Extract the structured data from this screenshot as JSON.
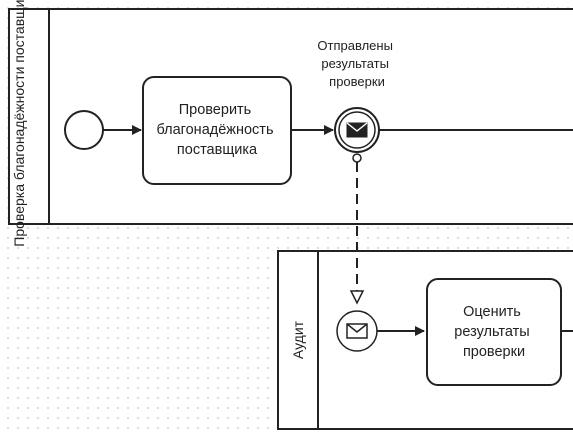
{
  "pools": {
    "supplier_check": {
      "label": "Проверка благонадёжности поставщика"
    },
    "audit": {
      "label": "Аудит"
    }
  },
  "tasks": {
    "check_reliability": {
      "lines": [
        "Проверить",
        "благонадёжность",
        "поставщика"
      ]
    },
    "evaluate_results": {
      "lines": [
        "Оценить",
        "результаты",
        "проверки"
      ]
    }
  },
  "events": {
    "results_sent": {
      "lines": [
        "Отправлены",
        "результаты",
        "проверки"
      ],
      "icon": "envelope-icon"
    },
    "audit_start": {
      "icon": "envelope-icon"
    }
  },
  "colors": {
    "stroke": "#222222",
    "fill": "#ffffff",
    "grid_dot": "#d6d6d6"
  }
}
